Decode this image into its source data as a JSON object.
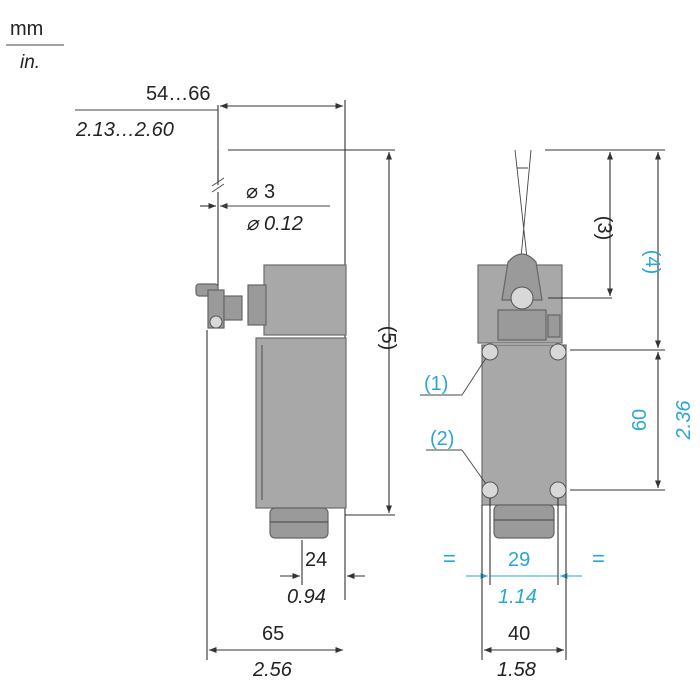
{
  "units": {
    "primary": "mm",
    "secondary": "in."
  },
  "side_view": {
    "top_width_mm": "54…66",
    "top_width_in": "2.13…2.60",
    "rod_diameter_mm": "3",
    "rod_diameter_in": "0.12",
    "height_label": "(5)",
    "depth_mm": "24",
    "depth_in": "0.94",
    "width_mm": "65",
    "width_in": "2.56"
  },
  "front_view": {
    "label_3": "(3)",
    "label_4": "(4)",
    "label_1": "(1)",
    "label_2": "(2)",
    "height_mm": "60",
    "height_in": "2.36",
    "hole_spacing_mm": "29",
    "hole_spacing_in": "1.14",
    "equal_left": "=",
    "equal_right": "=",
    "width_mm": "40",
    "width_in": "1.58"
  },
  "colors": {
    "accent": "#2aa6d6",
    "body": "#a8a8a8",
    "line": "#333333"
  }
}
